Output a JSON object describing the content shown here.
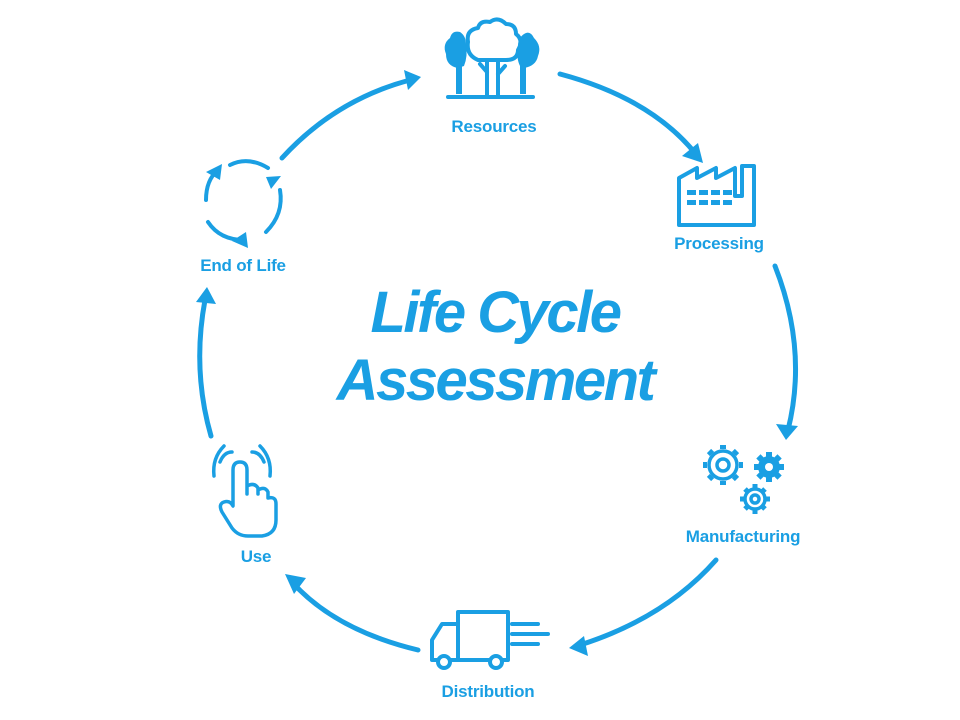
{
  "title": {
    "line1": "Life Cycle",
    "line2": "Assessment"
  },
  "colors": {
    "accent": "#1a9fe3"
  },
  "stages": {
    "resources": {
      "label": "Resources",
      "icon": "trees-icon"
    },
    "processing": {
      "label": "Processing",
      "icon": "factory-icon"
    },
    "manufacturing": {
      "label": "Manufacturing",
      "icon": "gears-icon"
    },
    "distribution": {
      "label": "Distribution",
      "icon": "delivery-truck-icon"
    },
    "use": {
      "label": "Use",
      "icon": "touch-hand-icon"
    },
    "end_of_life": {
      "label": "End of Life",
      "icon": "recycle-arrows-icon"
    }
  }
}
